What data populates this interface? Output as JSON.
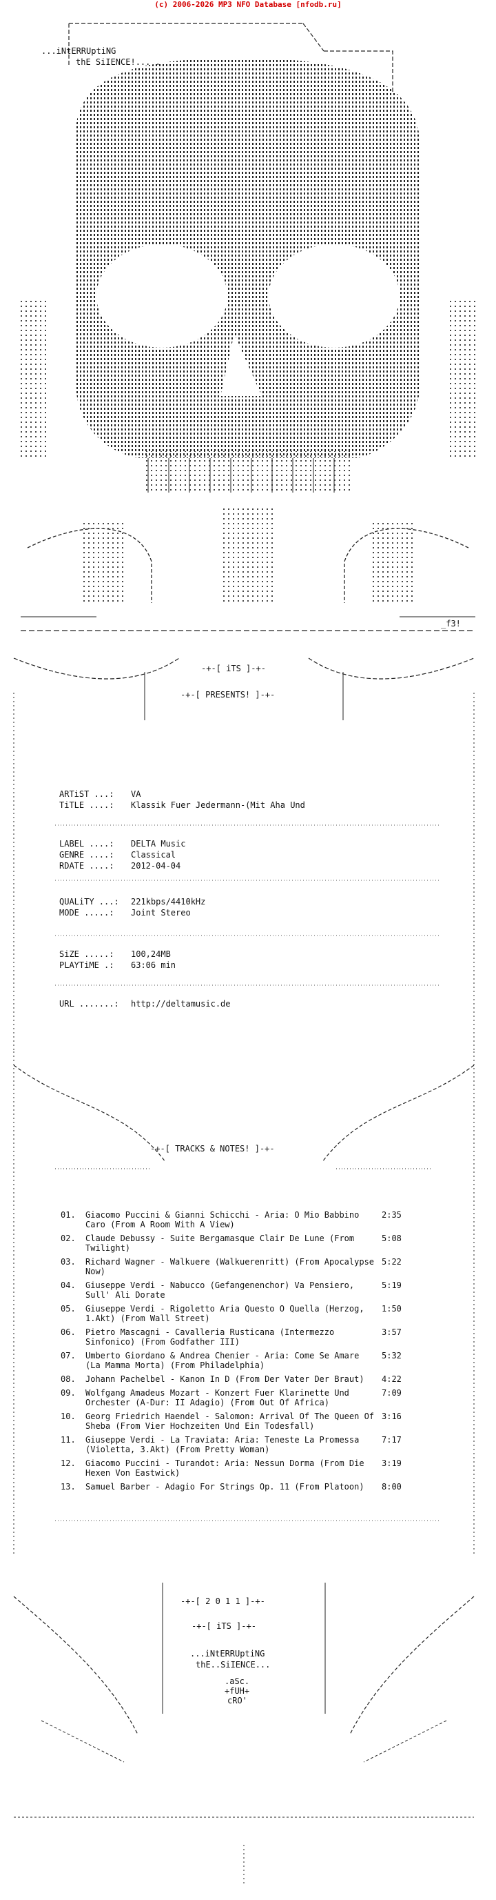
{
  "header": {
    "banner": "(c) 2006-2026 MP3 NFO Database [nfodb.ru]"
  },
  "group": {
    "line1": "...iNtERRUptiNG",
    "line2": "thE SiIENCE!... .",
    "tag": "_f3!"
  },
  "presents": {
    "tag": "-+-[ iTS ]-+-",
    "label": "-+-[ PRESENTS! ]-+-"
  },
  "release": {
    "artist_label": "ARTiST ...:",
    "artist": "VA",
    "title_label": "TiTLE ....:",
    "title": "Klassik Fuer Jedermann-(Mit Aha Und",
    "label_label": "LABEL ....:",
    "label": "DELTA Music",
    "genre_label": "GENRE ....:",
    "genre": "Classical",
    "rdate_label": "RDATE ....:",
    "rdate": "2012-04-04",
    "quality_label": "QUALiTY ...:",
    "quality": "221kbps/4410kHz",
    "mode_label": "MODE .....:",
    "mode": "Joint Stereo",
    "size_label": "SiZE .....:",
    "size": "100,24MB",
    "playtime_label": "PLAYTiME .:",
    "playtime": "63:06 min",
    "url_label": "URL .......:",
    "url": "http://deltamusic.de"
  },
  "tracks_heading": "-+-[ TRACKS & NOTES! ]-+-",
  "tracks": [
    {
      "num": "01.",
      "title": "Giacomo Puccini & Gianni Schicchi - Aria: O Mio Babbino Caro (From A Room With A View)",
      "duration": "2:35"
    },
    {
      "num": "02.",
      "title": "Claude Debussy - Suite Bergamasque Clair De Lune (From Twilight)",
      "duration": "5:08"
    },
    {
      "num": "03.",
      "title": "Richard Wagner - Walkuere (Walkuerenritt) (From Apocalypse Now)",
      "duration": "5:22"
    },
    {
      "num": "04.",
      "title": "Giuseppe Verdi - Nabucco (Gefangenenchor) Va Pensiero, Sull' Ali Dorate",
      "duration": "5:19"
    },
    {
      "num": "05.",
      "title": "Giuseppe Verdi - Rigoletto Aria Questo O Quella (Herzog, 1.Akt) (From Wall Street)",
      "duration": "1:50"
    },
    {
      "num": "06.",
      "title": "Pietro Mascagni - Cavalleria Rusticana (Intermezzo Sinfonico) (From Godfather III)",
      "duration": "3:57"
    },
    {
      "num": "07.",
      "title": "Umberto Giordano & Andrea Chenier - Aria: Come Se Amare (La Mamma Morta) (From Philadelphia)",
      "duration": "5:32"
    },
    {
      "num": "08.",
      "title": "Johann Pachelbel - Kanon In D (From Der Vater Der Braut)",
      "duration": "4:22"
    },
    {
      "num": "09.",
      "title": "Wolfgang Amadeus Mozart - Konzert Fuer Klarinette Und Orchester (A-Dur: II Adagio) (From Out Of Africa)",
      "duration": "7:09"
    },
    {
      "num": "10.",
      "title": "Georg Friedrich Haendel - Salomon: Arrival Of The Queen Of Sheba (From Vier Hochzeiten Und Ein Todesfall)",
      "duration": "3:16"
    },
    {
      "num": "11.",
      "title": "Giuseppe Verdi - La Traviata: Aria: Teneste La Promessa (Violetta, 3.Akt) (From Pretty Woman)",
      "duration": "7:17"
    },
    {
      "num": "12.",
      "title": "Giacomo Puccini - Turandot: Aria: Nessun Dorma (From Die Hexen Von Eastwick)",
      "duration": "3:19"
    },
    {
      "num": "13.",
      "title": "Samuel Barber - Adagio For Strings Op. 11 (From Platoon)",
      "duration": "8:00"
    }
  ],
  "footer": {
    "year": "-+-[ 2 0 1 1 ]-+-",
    "its": "-+-[ iTS ]-+-",
    "line1": "...iNtERRUptiNG",
    "line2": "thE..SiIENCE...",
    "credit1": ".aSc.",
    "credit2": "+fUH+",
    "credit3": "cRO'"
  }
}
